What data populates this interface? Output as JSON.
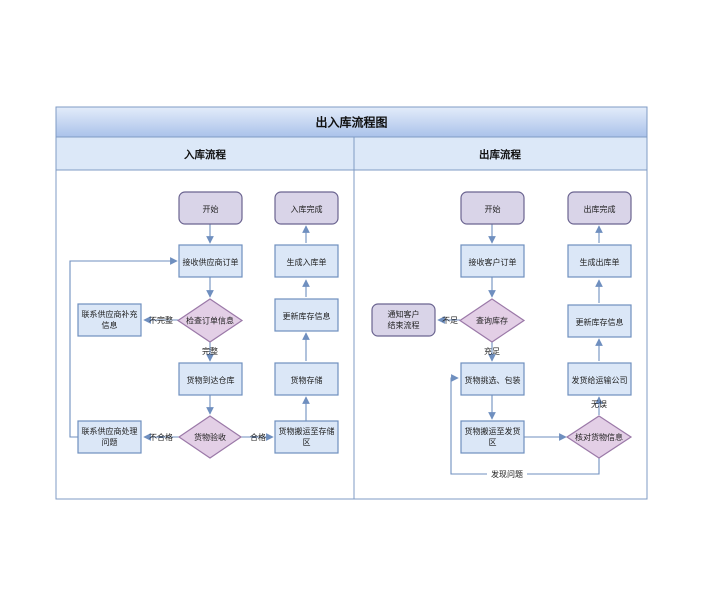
{
  "title": "出入库流程图",
  "lanes": {
    "inbound": "入库流程",
    "outbound": "出库流程"
  },
  "inbound": {
    "start": "开始",
    "end": "入库完成",
    "receive_order": "接收供应商订单",
    "check_order": "检查订单信息",
    "contact_supplement": [
      "联系供应商补充",
      "信息"
    ],
    "arrive_warehouse": "货物到达仓库",
    "inspect": "货物验收",
    "contact_problem": [
      "联系供应商处理",
      "问题"
    ],
    "move_to_storage": [
      "货物搬运至存储",
      "区"
    ],
    "store": "货物存储",
    "update_stock": "更新库存信息",
    "create_inbound": "生成入库单",
    "labels": {
      "incomplete": "不完整",
      "complete": "完整",
      "fail": "不合格",
      "pass": "合格"
    }
  },
  "outbound": {
    "start": "开始",
    "end": "出库完成",
    "receive_order": "接收客户订单",
    "query_stock": "查询库存",
    "notify_customer": [
      "通知客户",
      "结束流程"
    ],
    "pick_pack": "货物挑选、包装",
    "move_to_shipping": [
      "货物搬运至发货",
      "区"
    ],
    "verify": "核对货物信息",
    "ship": "发货给运输公司",
    "update_stock": "更新库存信息",
    "create_outbound": "生成出库单",
    "labels": {
      "insufficient": "不足",
      "sufficient": "充足",
      "no_error": "无误",
      "found_issue": "发现问题"
    }
  },
  "colors": {
    "frame": "#7f9bc4",
    "header_top": "#e3ecfa",
    "header_bottom": "#aac2ea",
    "lane_header": "#dce8f8",
    "box_fill": "#dbe7f7",
    "box_stroke": "#6f8fbf",
    "terminal_fill": "#d9d4e8",
    "terminal_stroke": "#6b6490",
    "diamond_fill": "#e3cfe6",
    "diamond_stroke": "#9b79a8",
    "arrow": "#6f8fbf"
  }
}
